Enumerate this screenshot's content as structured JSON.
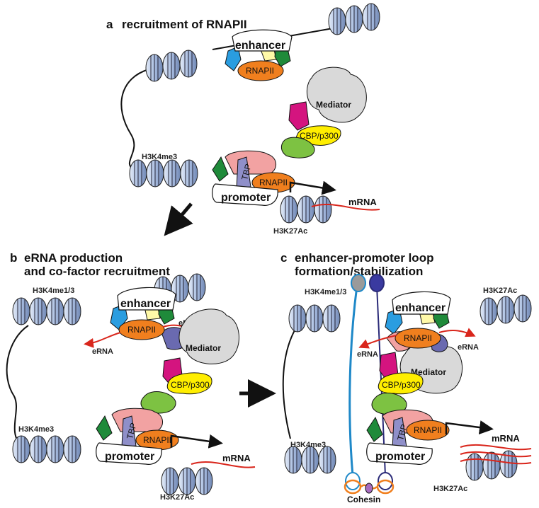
{
  "panels": {
    "a": {
      "letter": "a",
      "title": "recruitment of RNAPII"
    },
    "b": {
      "letter": "b",
      "title_line1": "eRNA production",
      "title_line2": "and  co-factor recruitment"
    },
    "c": {
      "letter": "c",
      "title_line1": "enhancer-promoter loop",
      "title_line2": "formation/stabilization"
    }
  },
  "labels": {
    "enhancer": "enhancer",
    "promoter": "promoter",
    "rnapii": "RNAPII",
    "mediator": "Mediator",
    "cbp": "CBP/p300",
    "tbp": "TBP",
    "mrna": "mRNA",
    "erna": "eRNA",
    "h3k4me3": "H3K4me3",
    "h3k4me13": "H3K4me1/3",
    "h3k27ac": "H3K27Ac",
    "cohesin": "Cohesin"
  },
  "colors": {
    "nucleosome": "#a9bde0",
    "rnapii": "#f07f1e",
    "mediator": "#d9d9d9",
    "cbp": "#ffee00",
    "magenta": "#d4147f",
    "green": "#7dc242",
    "tbp": "#8f8fc9",
    "pink": "#f2a2a2",
    "cohesin_blue": "#1e88c8",
    "cohesin_navy": "#2a2a78",
    "erna_red": "#d9261c"
  }
}
